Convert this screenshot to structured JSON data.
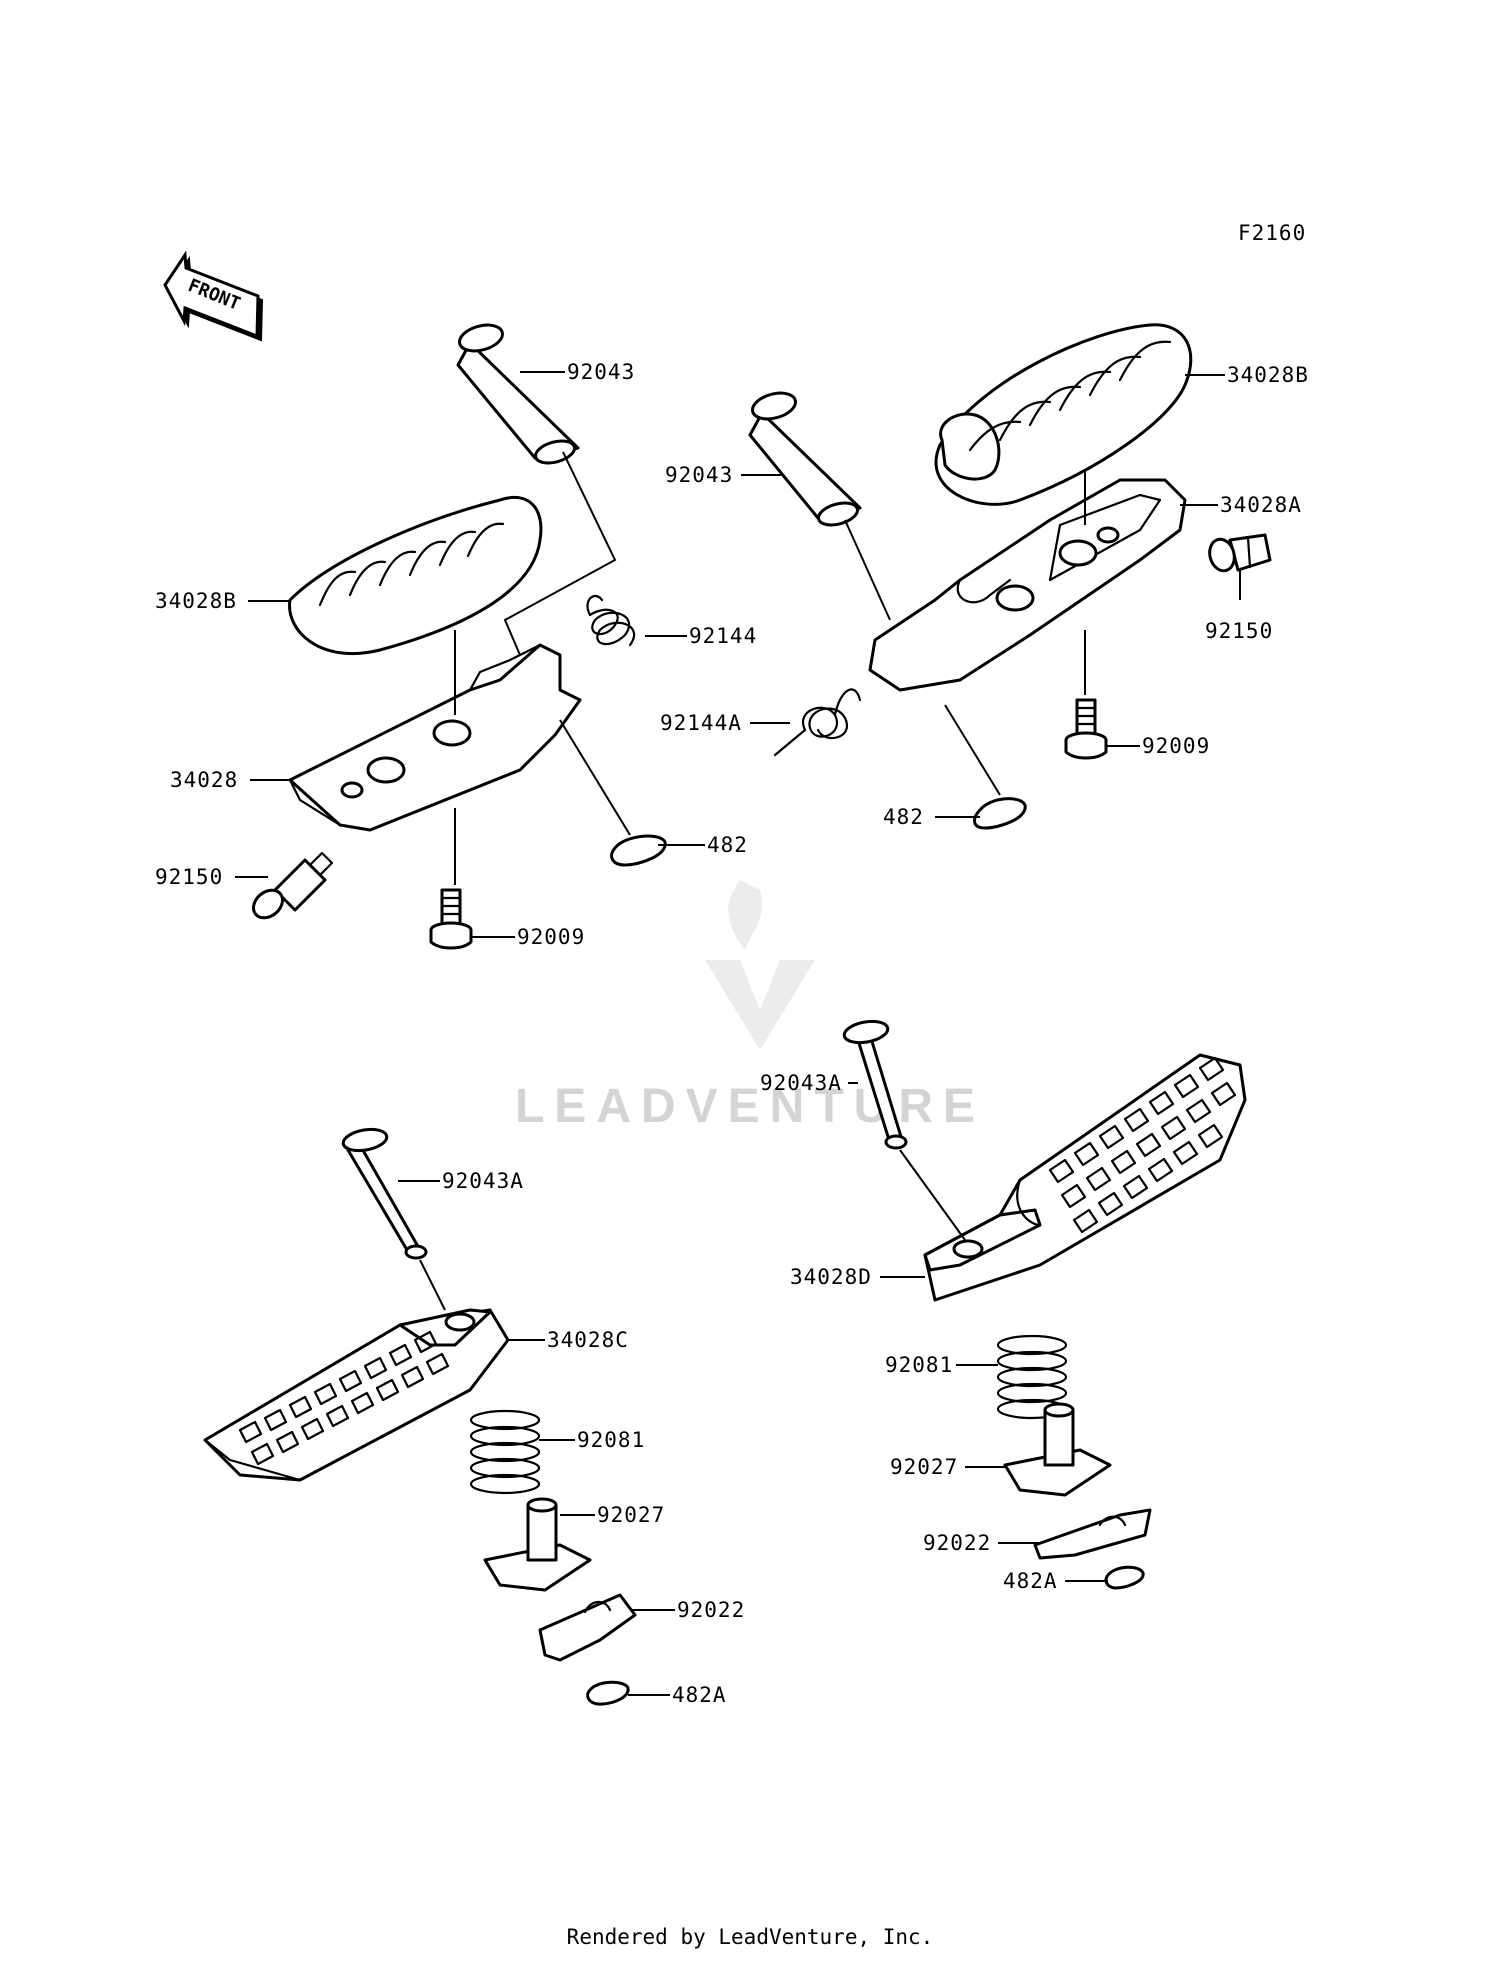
{
  "diagram": {
    "code": "F2160",
    "front_label": "FRONT",
    "footer": "Rendered by LeadVenture, Inc.",
    "watermark": "LEADVENTURE"
  },
  "labels": {
    "l_92043": "92043",
    "l_34028B": "34028B",
    "l_92144": "92144",
    "l_34028": "34028",
    "l_482": "482",
    "l_92150": "92150",
    "l_92009": "92009",
    "r_92043": "92043",
    "r_34028B": "34028B",
    "r_34028A": "34028A",
    "r_92150": "92150",
    "r_92144A": "92144A",
    "r_92009": "92009",
    "r_482": "482",
    "bl_92043A": "92043A",
    "bl_34028C": "34028C",
    "bl_92081": "92081",
    "bl_92027": "92027",
    "bl_92022": "92022",
    "bl_482A": "482A",
    "br_92043A": "92043A",
    "br_34028D": "34028D",
    "br_92081": "92081",
    "br_92027": "92027",
    "br_92022": "92022",
    "br_482A": "482A"
  }
}
